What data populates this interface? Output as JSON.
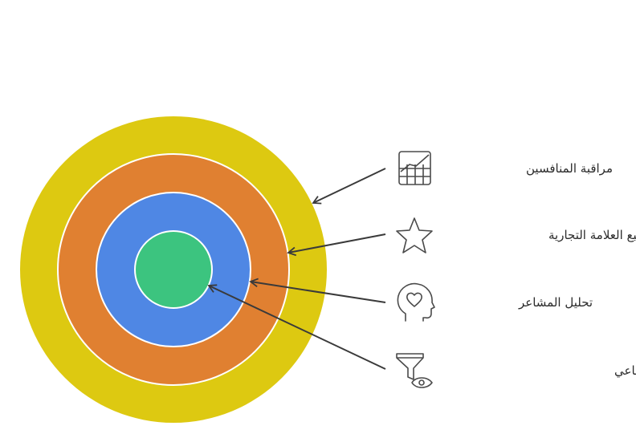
{
  "rings": [
    {
      "name": "outer",
      "color": "#DDC911"
    },
    {
      "name": "second",
      "color": "#E08031"
    },
    {
      "name": "third",
      "color": "#4F87E4"
    },
    {
      "name": "center",
      "color": "#3CC47F"
    }
  ],
  "items": [
    {
      "label": "مراقبة المنافسين",
      "icon": "chart-grid-icon"
    },
    {
      "label": "تتبع العلامة التجارية",
      "icon": "star-icon"
    },
    {
      "label": "تحليل المشاعر",
      "icon": "head-heart-icon"
    },
    {
      "label": "مراقبة وسائل التواصل الاجتماعي",
      "icon": "filter-eye-icon"
    }
  ],
  "colors": {
    "arrow": "#3a3a3a",
    "icon_stroke": "#4a4a4a",
    "ring_border": "#ffffff"
  }
}
